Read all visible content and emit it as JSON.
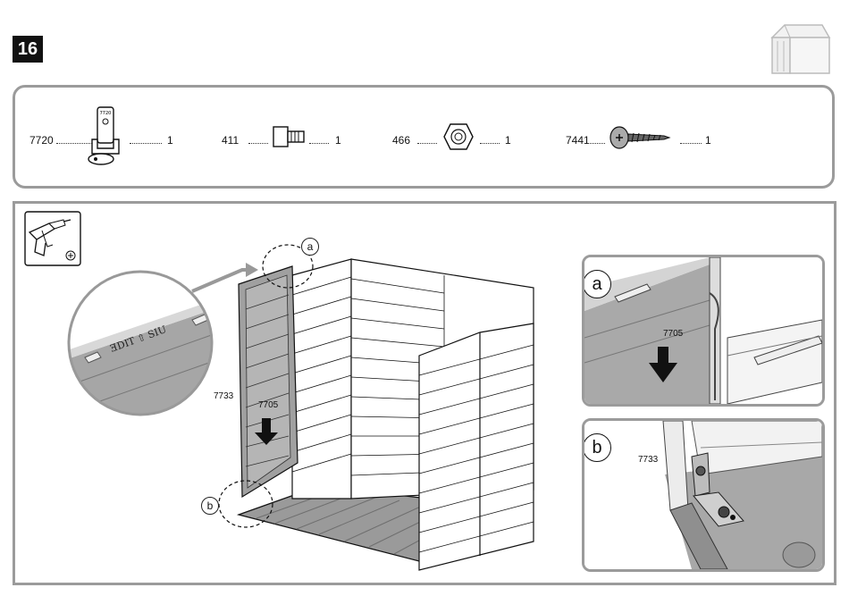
{
  "step": {
    "number": "16"
  },
  "parts": [
    {
      "code": "7720",
      "qty": "1",
      "icon": "corner-bracket-icon"
    },
    {
      "code": "411",
      "qty": "1",
      "icon": "square-bolt-icon"
    },
    {
      "code": "466",
      "qty": "1",
      "icon": "hex-nut-icon"
    },
    {
      "code": "7441",
      "qty": "1",
      "icon": "screw-icon"
    }
  ],
  "main": {
    "labels": {
      "panel_left": "7733",
      "panel_center": "7705"
    },
    "callouts": {
      "a": "a",
      "b": "b"
    }
  },
  "detail_a": {
    "label": "a",
    "part": "7705"
  },
  "detail_b": {
    "label": "b",
    "part": "7733"
  },
  "colors": {
    "panel_border": "#9b9b9b",
    "fill_gray": "#a8a8a8",
    "badge": "#111111"
  }
}
